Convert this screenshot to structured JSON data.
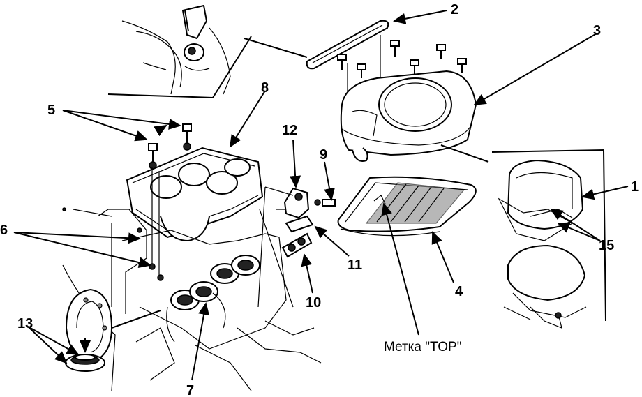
{
  "callouts": {
    "c1": "1",
    "c2": "2",
    "c3": "3",
    "c4": "4",
    "c5": "5",
    "c6": "6",
    "c7": "7",
    "c8": "8",
    "c9": "9",
    "c10": "10",
    "c11": "11",
    "c12": "12",
    "c13": "13",
    "c15": "15"
  },
  "top_mark_label": "Метка \"TOP\""
}
